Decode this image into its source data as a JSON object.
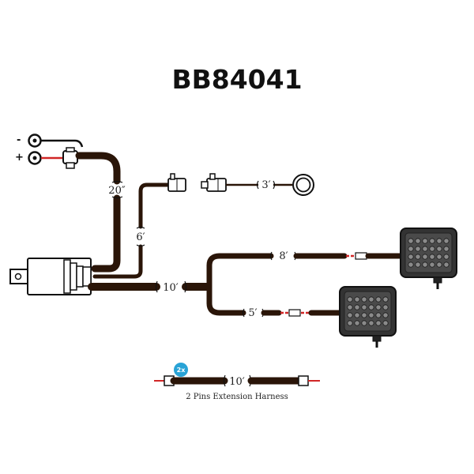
{
  "title": "BB84041",
  "battery": {
    "negative_symbol": "-",
    "positive_symbol": "+"
  },
  "lengths": {
    "power": "20″",
    "switch": "6′",
    "switch_tail": "3′",
    "main": "10′",
    "light_1": "8′",
    "light_2": "5′",
    "extension": "10′"
  },
  "extension": {
    "badge": "2x",
    "caption": "2 Pins Extension Harness"
  },
  "colors": {
    "wire": "#2a1508",
    "positive": "#d12626",
    "badge": "#29a3d6",
    "light_housing": "#333333"
  }
}
